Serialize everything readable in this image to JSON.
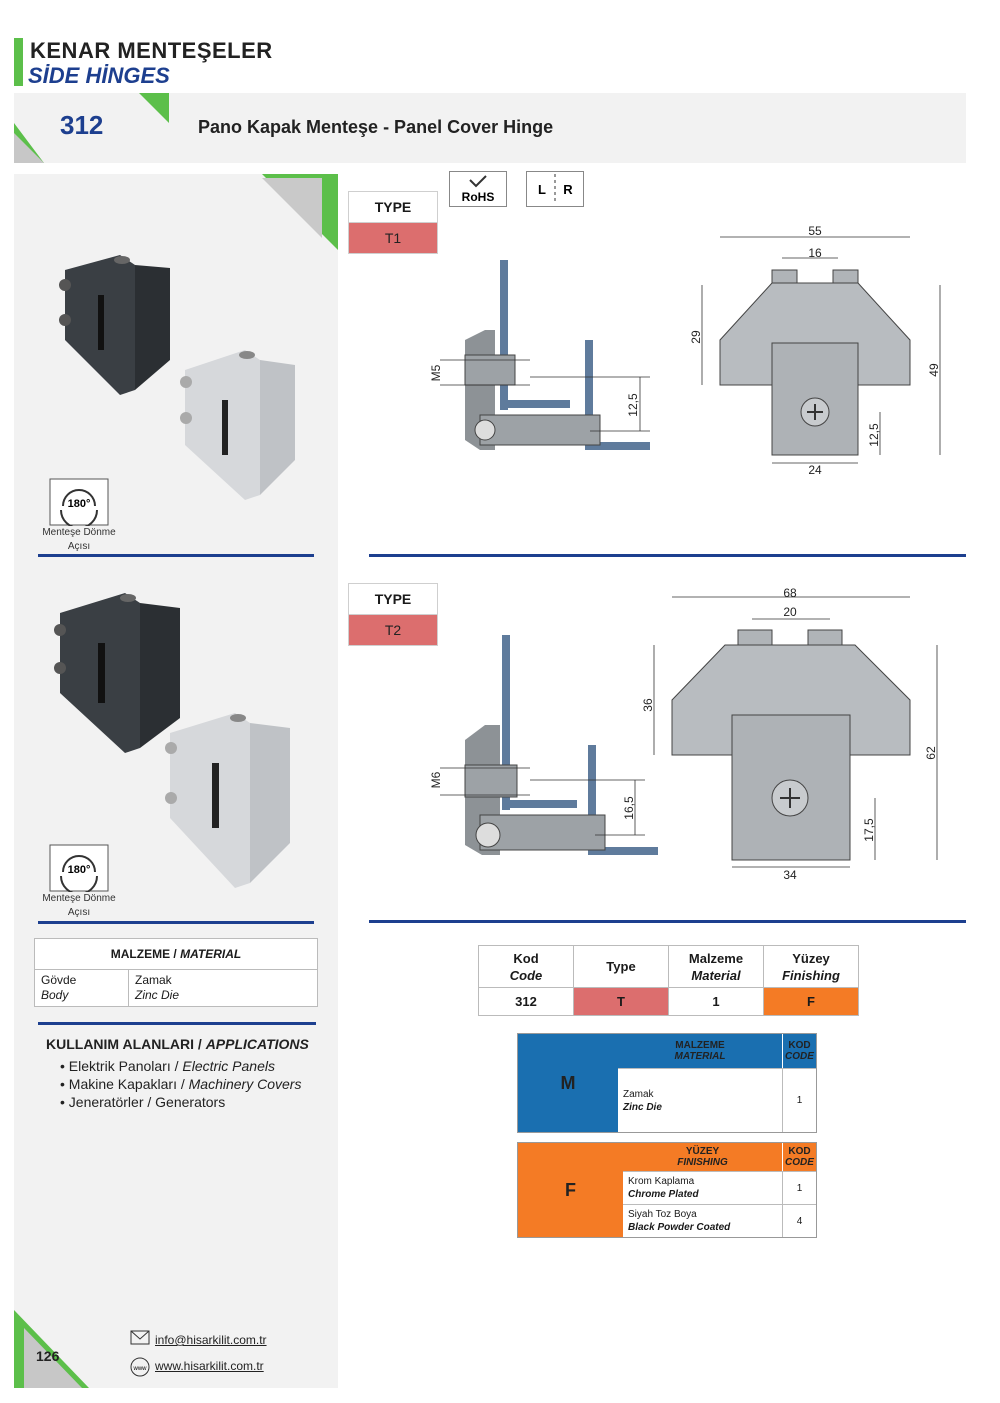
{
  "header": {
    "title_tr": "KENAR MENTEŞELER",
    "title_en": "SİDE HİNGES",
    "product_code": "312",
    "product_title": "Pano Kapak Menteşe - Panel Cover Hinge"
  },
  "badges": {
    "rohs": "RoHS",
    "lr_left": "L",
    "lr_right": "R"
  },
  "type1": {
    "header": "TYPE",
    "value": "T1",
    "dims": {
      "m": "M5",
      "h1": "12,5",
      "w": "55",
      "gap": "16",
      "h": "29",
      "total": "49",
      "h2": "12,5",
      "bw": "24"
    }
  },
  "type2": {
    "header": "TYPE",
    "value": "T2",
    "dims": {
      "m": "M6",
      "h1": "16,5",
      "w": "68",
      "gap": "20",
      "h": "36",
      "total": "62",
      "h2": "17,5",
      "bw": "34"
    }
  },
  "rotation": {
    "angle": "180°",
    "caption_line1": "Menteşe Dönme",
    "caption_line2": "Açısı"
  },
  "material_table": {
    "title_tr": "MALZEME",
    "title_sep": " / ",
    "title_en": "MATERIAL",
    "row_label_tr": "Gövde",
    "row_label_en": "Body",
    "row_value_tr": "Zamak",
    "row_value_en": "Zinc Die"
  },
  "applications": {
    "title_tr": "KULLANIM ALANLARI",
    "title_sep": " / ",
    "title_en": "APPLICATIONS",
    "items": [
      {
        "tr": "• Elektrik Panoları / ",
        "en": "Electric Panels"
      },
      {
        "tr": "• Makine Kapakları / ",
        "en": "Machinery Covers"
      },
      {
        "tr": "• Jeneratörler / Generators",
        "en": ""
      }
    ]
  },
  "code_table": {
    "headers": [
      {
        "tr": "Kod",
        "en": "Code"
      },
      {
        "tr": "Type",
        "en": ""
      },
      {
        "tr": "Malzeme",
        "en": "Material"
      },
      {
        "tr": "Yüzey",
        "en": "Finishing"
      }
    ],
    "values": [
      "312",
      "T",
      "1",
      "F"
    ]
  },
  "material_codes": {
    "letter": "M",
    "hd_tr": "MALZEME",
    "hd_en": "MATERIAL",
    "kod_tr": "KOD",
    "kod_en": "CODE",
    "rows": [
      {
        "tr": "Zamak",
        "en": "Zinc Die",
        "code": "1"
      }
    ]
  },
  "finishing_codes": {
    "letter": "F",
    "hd_tr": "YÜZEY",
    "hd_en": "FINISHING",
    "kod_tr": "KOD",
    "kod_en": "CODE",
    "rows": [
      {
        "tr": "Krom Kaplama",
        "en": "Chrome Plated",
        "code": "1"
      },
      {
        "tr": "Siyah Toz Boya",
        "en": "Black Powder Coated",
        "code": "4"
      }
    ]
  },
  "footer": {
    "page": "126",
    "email": "info@hisarkilit.com.tr",
    "web": "www.hisarkilit.com.tr",
    "web_icon_text": "www"
  },
  "colors": {
    "green": "#5cbf4a",
    "navy": "#1d3f8f",
    "type_red": "#dc6e6e",
    "blue": "#1a6fb0",
    "orange": "#f47b25"
  }
}
